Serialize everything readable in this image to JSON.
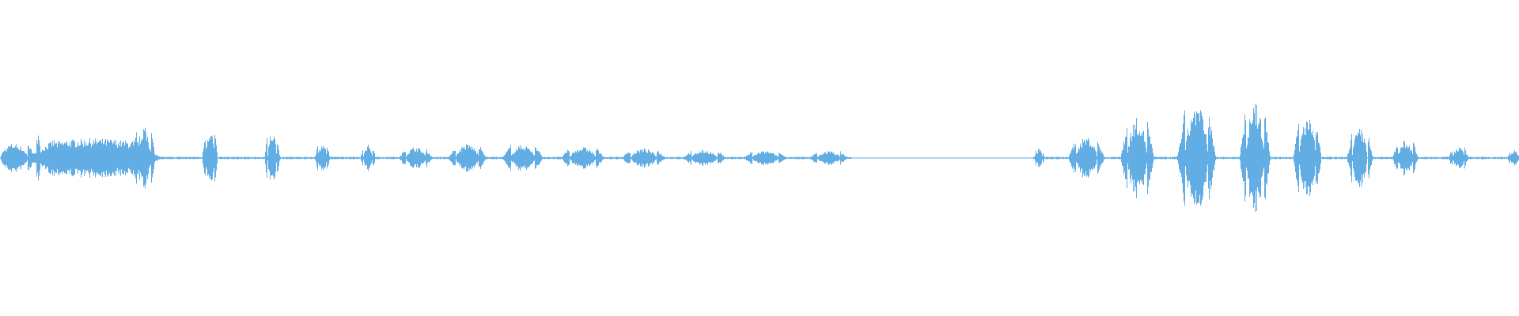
{
  "waveform": {
    "color": "#62ade3",
    "background": "#ffffff",
    "noise_floor": 0.008,
    "segments": [
      {
        "start": 0.0,
        "end": 0.018,
        "amp": 0.095,
        "label": "bump-1"
      },
      {
        "start": 0.024,
        "end": 0.026,
        "amp": 0.15,
        "label": "tick-1"
      },
      {
        "start": 0.036,
        "end": 0.088,
        "amp": 0.125,
        "label": "sustain-1"
      },
      {
        "start": 0.09,
        "end": 0.099,
        "amp": 0.2,
        "label": "peak-1"
      },
      {
        "start": 0.135,
        "end": 0.141,
        "amp": 0.19,
        "label": "peak-2"
      },
      {
        "start": 0.176,
        "end": 0.182,
        "amp": 0.175,
        "label": "peak-3"
      },
      {
        "start": 0.209,
        "end": 0.215,
        "amp": 0.095,
        "label": "peak-4"
      },
      {
        "start": 0.239,
        "end": 0.245,
        "amp": 0.085,
        "label": "peak-5"
      },
      {
        "start": 0.267,
        "end": 0.28,
        "amp": 0.07,
        "label": "cluster-1"
      },
      {
        "start": 0.3,
        "end": 0.315,
        "amp": 0.09,
        "label": "cluster-2"
      },
      {
        "start": 0.336,
        "end": 0.352,
        "amp": 0.085,
        "label": "cluster-3"
      },
      {
        "start": 0.375,
        "end": 0.392,
        "amp": 0.07,
        "label": "cluster-4"
      },
      {
        "start": 0.415,
        "end": 0.432,
        "amp": 0.06,
        "label": "cluster-5"
      },
      {
        "start": 0.455,
        "end": 0.472,
        "amp": 0.05,
        "label": "cluster-6"
      },
      {
        "start": 0.495,
        "end": 0.512,
        "amp": 0.045,
        "label": "cluster-7"
      },
      {
        "start": 0.538,
        "end": 0.553,
        "amp": 0.045,
        "label": "cluster-8"
      },
      {
        "start": 0.682,
        "end": 0.686,
        "amp": 0.07,
        "label": "tick-2"
      },
      {
        "start": 0.708,
        "end": 0.722,
        "amp": 0.135,
        "label": "peak-6"
      },
      {
        "start": 0.742,
        "end": 0.755,
        "amp": 0.255,
        "label": "peak-7"
      },
      {
        "start": 0.78,
        "end": 0.795,
        "amp": 0.345,
        "label": "peak-8"
      },
      {
        "start": 0.82,
        "end": 0.832,
        "amp": 0.345,
        "label": "peak-9"
      },
      {
        "start": 0.855,
        "end": 0.866,
        "amp": 0.26,
        "label": "peak-10"
      },
      {
        "start": 0.89,
        "end": 0.9,
        "amp": 0.19,
        "label": "peak-11"
      },
      {
        "start": 0.92,
        "end": 0.93,
        "amp": 0.115,
        "label": "peak-12"
      },
      {
        "start": 0.956,
        "end": 0.964,
        "amp": 0.07,
        "label": "peak-13"
      },
      {
        "start": 0.994,
        "end": 1.0,
        "amp": 0.05,
        "label": "peak-14"
      }
    ]
  }
}
